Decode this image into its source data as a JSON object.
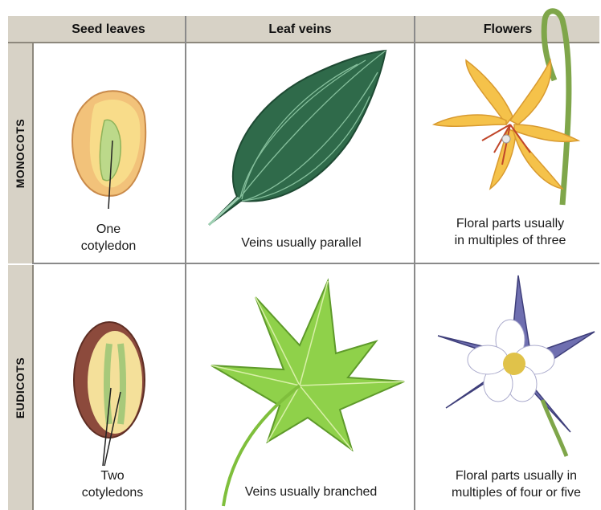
{
  "headers": {
    "seed_leaves": "Seed leaves",
    "leaf_veins": "Leaf veins",
    "flowers": "Flowers"
  },
  "rows": {
    "monocots": "MONOCOTS",
    "eudicots": "EUDICOTS"
  },
  "captions": {
    "monocot_seed": "One\ncotyledon",
    "monocot_leaf": "Veins usually parallel",
    "monocot_flower": "Floral parts usually\nin multiples of three",
    "eudicot_seed": "Two\ncotyledons",
    "eudicot_leaf": "Veins usually branched",
    "eudicot_flower": "Floral parts usually in\nmultiples of four or five"
  },
  "colors": {
    "header_band": "#d7d2c6",
    "monocot_leaf": "#2f6a4a",
    "eudicot_leaf": "#8fd14a",
    "monocot_flower": "#f5c24a",
    "eudicot_flower": "#6f6fb0"
  }
}
